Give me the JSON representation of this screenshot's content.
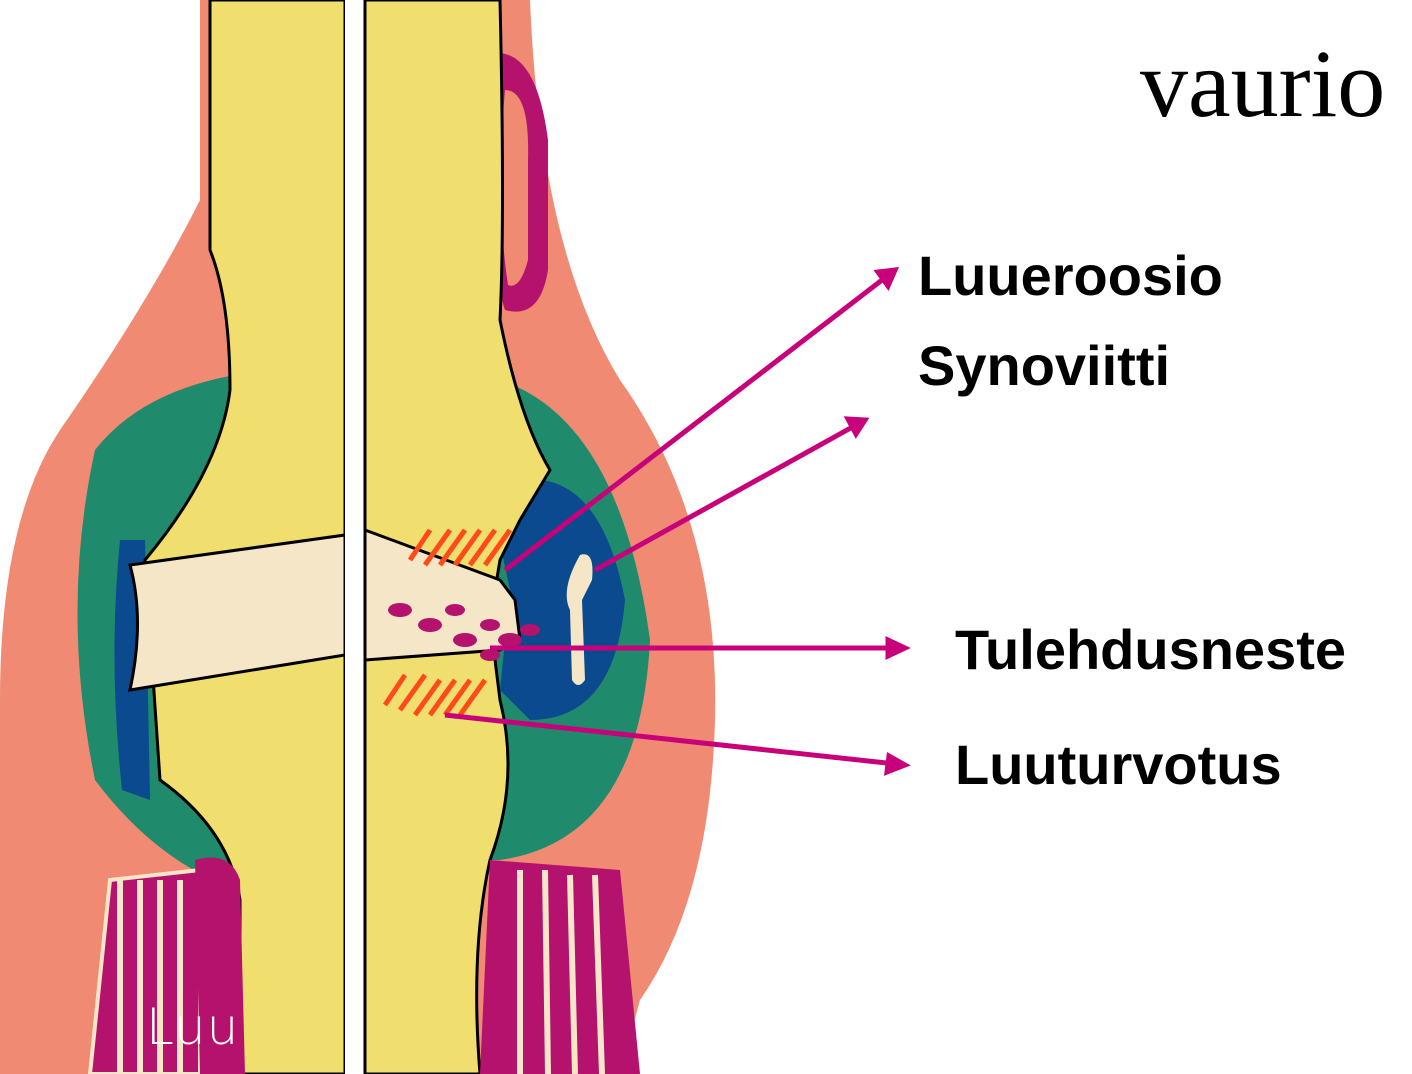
{
  "title": {
    "visible_text": "vaurio"
  },
  "labels": {
    "bone_erosion": "Luueroosio",
    "synovitis": "Synoviitti",
    "inflammatory_fluid": "Tulehdusneste",
    "bone_edema": "Luuturvotus",
    "bone": "Luu"
  },
  "colors": {
    "skin": "#f08a73",
    "muscle": "#b5126e",
    "bone": "#f0de6e",
    "synovium_green": "#1f8a6c",
    "pannus_blue": "#0b4a8f",
    "cartilage": "#f5e6c8",
    "edema_red": "#ff4a1a",
    "arrow": "#c8007a"
  }
}
